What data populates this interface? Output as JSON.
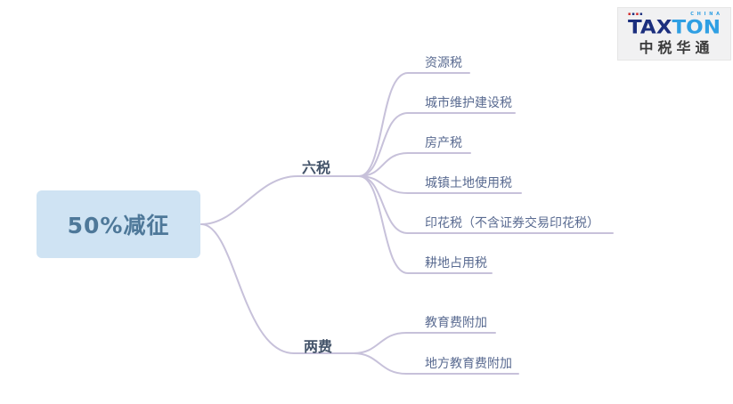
{
  "root": {
    "label": "50%减征"
  },
  "branches": [
    {
      "label": "六税",
      "children": [
        "资源税",
        "城市维护建设税",
        "房产税",
        "城镇土地使用税",
        "印花税（不含证券交易印花税）",
        "耕地占用税"
      ]
    },
    {
      "label": "两费",
      "children": [
        "教育费附加",
        "地方教育费附加"
      ]
    }
  ],
  "logo": {
    "country": "C H I N A",
    "brand_left": "TAX",
    "brand_right": "TON",
    "name_cn": "中税华通"
  },
  "colors": {
    "root_bg": "#cfe3f3",
    "root_text": "#4e7899",
    "branch_text": "#44546a",
    "leaf_text": "#5a6b91",
    "connector": "#c7c1da",
    "brand_navy": "#1c2f7e",
    "brand_blue": "#2f9fe3"
  }
}
